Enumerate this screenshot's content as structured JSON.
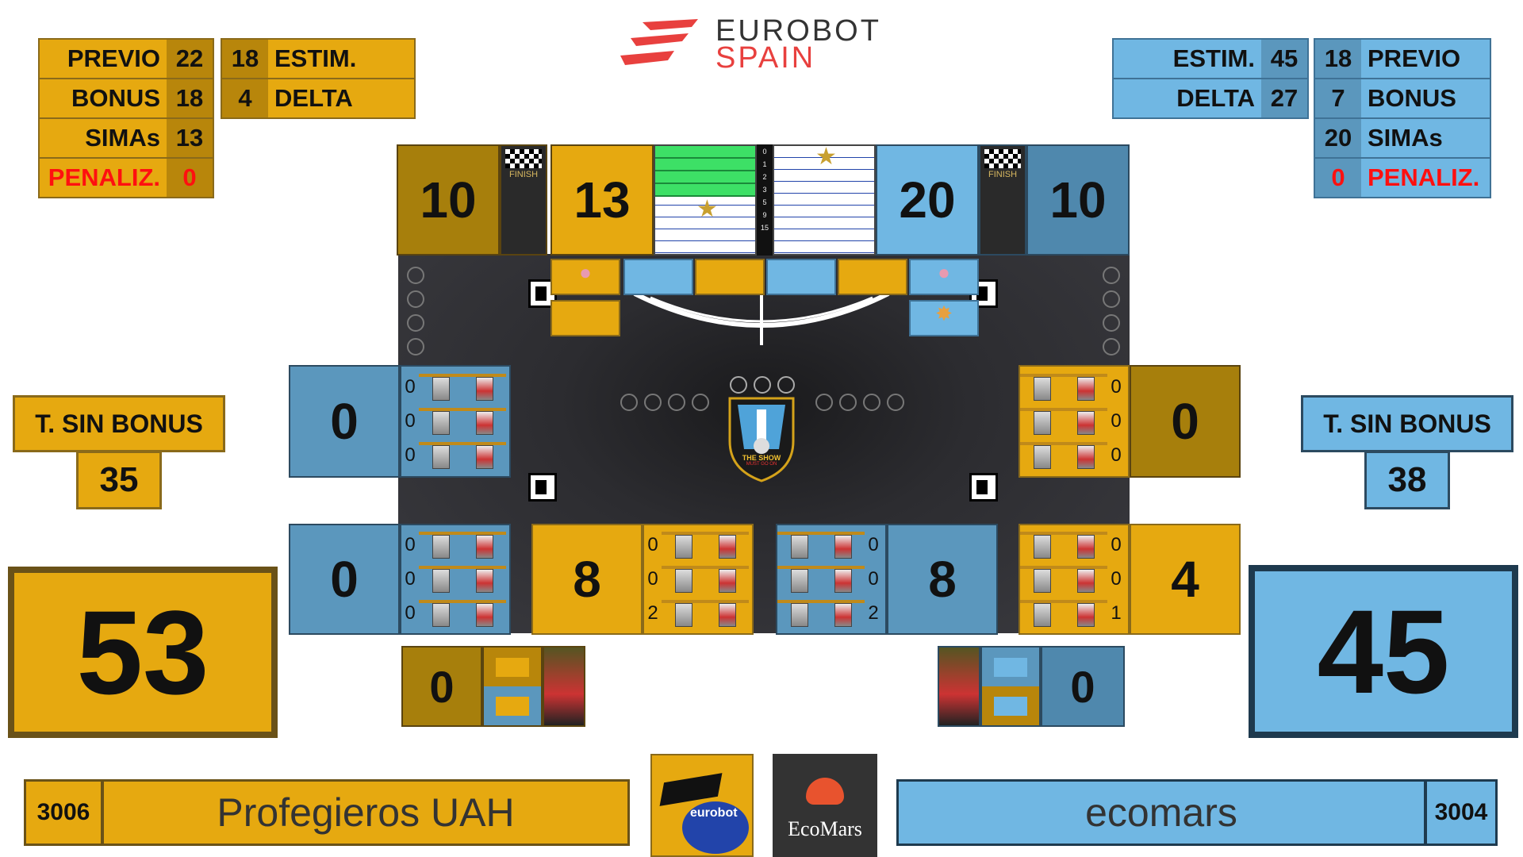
{
  "logo": {
    "line1": "EUROBOT",
    "line2": "SPAIN"
  },
  "yellow": {
    "prev_label": "PREVIO",
    "prev": "22",
    "bonus_label": "BONUS",
    "bonus": "18",
    "simas_label": "SIMAs",
    "simas": "13",
    "penal_label": "PENALIZ.",
    "penal": "0",
    "estim": "18",
    "estim_label": "ESTIM.",
    "delta": "4",
    "delta_label": "DELTA",
    "tsb_label": "T. SIN BONUS",
    "tsb": "35",
    "total": "53",
    "num": "3006",
    "name": "Profegieros UAH",
    "finish": "10",
    "simas_box": "13",
    "zones": [
      "0",
      "0",
      "8",
      "4"
    ],
    "reserve": "0"
  },
  "blue": {
    "estim_label": "ESTIM.",
    "estim": "45",
    "delta_label": "DELTA",
    "delta": "27",
    "prev": "18",
    "prev_label": "PREVIO",
    "bonus": "7",
    "bonus_label": "BONUS",
    "simas": "20",
    "simas_label": "SIMAs",
    "penal": "0",
    "penal_label": "PENALIZ.",
    "tsb_label": "T. SIN BONUS",
    "tsb": "38",
    "total": "45",
    "num": "3004",
    "name": "ecomars",
    "finish": "10",
    "simas_box": "20",
    "zones": [
      "0",
      "0",
      "8",
      "0"
    ],
    "reserve": "0"
  },
  "finish_label": "FINISH",
  "ruler": [
    "0",
    "1",
    "2",
    "3",
    "5",
    "9",
    "15"
  ],
  "zone_counts": {
    "blue_left_top": [
      "0",
      "0",
      "0"
    ],
    "right_top": [
      "0",
      "0",
      "0"
    ],
    "blue_left_bottom": [
      "0",
      "0",
      "0"
    ],
    "yellow_mid": [
      "0",
      "0",
      "2"
    ],
    "blue_mid": [
      "0",
      "0",
      "2"
    ],
    "right_bottom": [
      "0",
      "0",
      "1"
    ]
  },
  "show_label": "THE SHOW",
  "show_sub": "MUST GO ON",
  "eurobot_badge": "eurobot",
  "ecomars_badge": "EcoMars",
  "colors": {
    "yellow": "#e6a910",
    "blue": "#70b7e3",
    "red": "#ff1010"
  }
}
